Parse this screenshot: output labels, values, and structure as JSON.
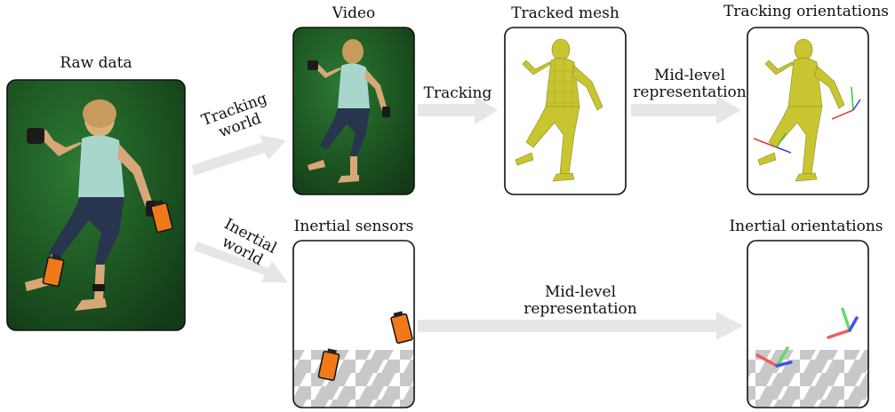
{
  "labels": {
    "raw_data": "Raw data",
    "video": "Video",
    "tracked_mesh": "Tracked mesh",
    "tracking_orientations": "Tracking orientations",
    "inertial_sensors": "Inertial sensors",
    "inertial_orientations": "Inertial orientations"
  },
  "arrows": {
    "tracking_world": [
      "Tracking",
      "world"
    ],
    "tracking": "Tracking",
    "midlevel_top": [
      "Mid-level",
      "representation"
    ],
    "inertial_world": [
      "Inertial",
      "world"
    ],
    "midlevel_bottom": [
      "Mid-level",
      "representation"
    ]
  },
  "colors": {
    "green_screen": "#1f5a26",
    "mesh": "#c8c531",
    "sensor": "#f07a1a",
    "arrow": "#e6e6e6",
    "axis_x": "#e23b3b",
    "axis_y": "#37c437",
    "axis_z": "#2f3fd6",
    "checker": "#c9c9c9"
  },
  "icons": [
    "person-photo",
    "person-mesh-icon",
    "imu-sensor-icon",
    "axes-icon",
    "checkerboard-floor"
  ]
}
